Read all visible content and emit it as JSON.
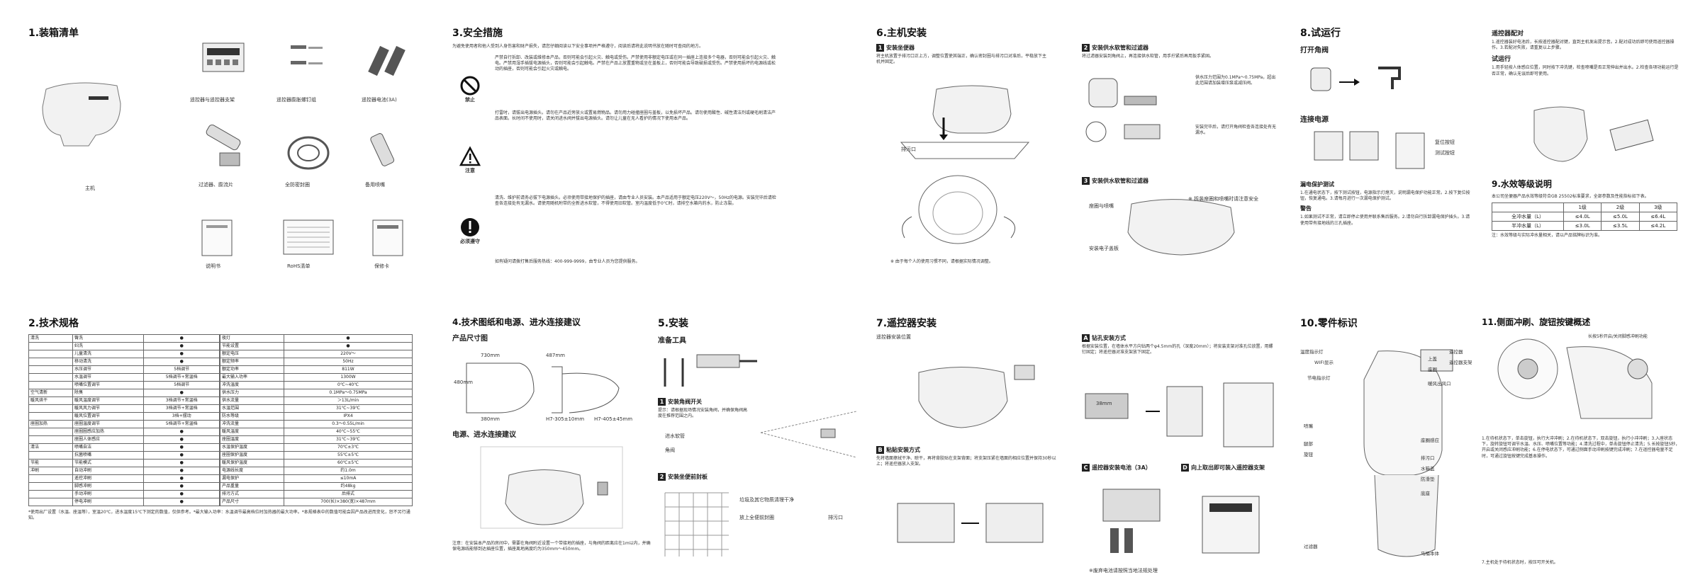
{
  "packing": {
    "title": "1.装箱清单",
    "items": [
      "主机",
      "遥控器与遥控器支架",
      "遥控器膨胀螺钉组",
      "遥控器电池(3A)",
      "过滤器、膨流片",
      "全防密封圈",
      "备用喷嘴",
      "说明书",
      "RoHS清单",
      "保修卡"
    ]
  },
  "safety": {
    "title": "3.安全措施",
    "intro": "为避免使用者和他人受到人身伤害和财产损失，请您仔细阅读以下安全事项并严格遵守，阅读后请将此说明书放在随时可查阅的地方。",
    "labels": {
      "ban": "禁止",
      "note": "注意",
      "must": "必须遵守"
    },
    "ban_text": "严禁自行拆卸、改装或维修本产品，否则可能会引起火灾、触电或受伤。严禁使用非额定电压或在同一插座上连接多个电器，否则可能会引起火灾、触电。严禁用湿手插拔电源插头，否则可能会引起触电。严禁在产品上放置重物或坐在盖板上，否则可能会导致破损或受伤。严禁使用损坏的电源线或松动的插座，否则可能会引起火灾或触电。",
    "note_text": "打雷时，请拔出电源插头。请勿在产品近旁放火或置易燃物品。请勿用力碰撞座圈与盖板，以免损坏产品。请勿使用酸性、碱性清洁剂或硬毛刷清洁产品表面。长时间不使用时，请关闭进水阀并拔出电源插头。请勿让儿童在无人看护的情况下使用本产品。",
    "must_text": "清洗、维护前请务必拔下电源插头。必须使用带接地保护的插座，请由专业人员安装。本产品适用于额定电压220V～，50Hz的电源。安装完毕后请检查各连接处有无漏水。请使用随机附带的全新进水软管，不得使用旧软管。室内温度低于0℃时，请排空水箱内的水，防止冻裂。",
    "hotline": "如有疑问请拨打售后服务热线：400-999-9999，由专业人员为您提供服务。"
  },
  "install": {
    "title": "6.主机安装",
    "s1": "安装坐便器",
    "s1_text": "将主机放置于排污口正上方，调整位置使其端正，确认密封圈与排污口对准后，平稳放下主机并固定。",
    "s1_label": "排污口",
    "s2": "安装供水软管和过滤器",
    "s2_text": "将过滤器安装到角阀上，再连接供水软管，用手拧紧后再用扳手紧固。",
    "s2_note1": "供水压力范围为0.1MPa～0.75MPa，超出此范围请加装增压泵或减压阀。",
    "s2_note2": "安装完毕后，请打开角阀检查各连接处有无漏水。",
    "s3": "安装供水软管和过滤器",
    "s3_labels": [
      "座圈与喷嘴",
      "安装电子盖板"
    ],
    "s3_note": "※ 拆装座圈和喷嘴时请注意安全",
    "bottom_note": "※ 由于每个人的使用习惯不同，请根据实际情况调整。"
  },
  "trial": {
    "title": "8.试运行",
    "open_valve": "打开角阀",
    "connect_power": "连接电源",
    "leak_title": "漏电保护测试",
    "leak_text": "1.在通电状态下，按下测试按钮，电源指示灯熄灭，说明漏电保护功能正常。2.按下复位按钮，恢复通电。3.请每月进行一次漏电保护测试。",
    "leak_labels": [
      "复位按钮",
      "测试按钮"
    ],
    "warn_title": "警告",
    "warn_text": "1.如果测试不正常，请立即停止使用并联系售后服务。2.请勿自行拆卸漏电保护插头。3.请使用带有接地线的三孔插座。",
    "remote_title": "遥控器配对",
    "remote_text": "1.遥控器装好电池后，长按遥控器配对键，直到主机发出提示音。2.配对成功后即可使用遥控器操作。3.若配对失败，请重复以上步骤。",
    "trial_title": "试运行",
    "trial_text": "1.用手轻按人体感应位置，同时按下冲洗键，检查喷嘴是否正常伸出并出水。2.检查各项功能运行是否正常，确认无误后即可使用。",
    "water_title": "9.水效等级说明",
    "water_intro": "本公司坐便器产品水效等级符合GB 25502标准要求，全部参数及性能指标如下表。",
    "water_table": [
      [
        "",
        "1级",
        "2级",
        "3级"
      ],
      [
        "全冲水量（L）",
        "≤4.0L",
        "≤5.0L",
        "≤6.4L"
      ],
      [
        "半冲水量（L）",
        "≤3.0L",
        "≤3.5L",
        "≤4.2L"
      ]
    ],
    "water_note": "注：水效等级与实际冲水量相关，请以产品铭牌标识为准。"
  },
  "specs": {
    "title": "2.技术规格",
    "left": [
      [
        "清洗",
        "臀洗",
        "●"
      ],
      [
        "",
        "妇洗",
        "●"
      ],
      [
        "",
        "儿童清洗",
        "●"
      ],
      [
        "",
        "移动清洗",
        "●"
      ],
      [
        "",
        "水压调节",
        "5档调节"
      ],
      [
        "",
        "水温调节",
        "5档调节+常温档"
      ],
      [
        "",
        "喷嘴位置调节",
        "5档调节"
      ],
      [
        "空气清新",
        "除臭",
        "●"
      ],
      [
        "暖风烘干",
        "暖风温度调节",
        "3档调节+常温档"
      ],
      [
        "",
        "暖风风力调节",
        "3档调节+常温档"
      ],
      [
        "",
        "暖风位置调节",
        "3档+摆动"
      ],
      [
        "座圈加热",
        "座圈温度调节",
        "5档调节+常温档"
      ],
      [
        "",
        "座圈圈感应加热",
        "●"
      ],
      [
        "",
        "座圈人体感应",
        "●"
      ],
      [
        "清洁",
        "喷嘴自洁",
        "●"
      ],
      [
        "",
        "抗菌喷嘴",
        "●"
      ],
      [
        "节能",
        "节能模式",
        "●"
      ],
      [
        "冲刷",
        "自动冲刷",
        "●"
      ],
      [
        "",
        "遥控冲刷",
        "●"
      ],
      [
        "",
        "脚感冲刷",
        "●"
      ],
      [
        "",
        "手动冲刷",
        "●"
      ],
      [
        "",
        "停电冲刷",
        "●"
      ]
    ],
    "right": [
      [
        "夜灯",
        "●"
      ],
      [
        "节能设置",
        "●"
      ],
      [
        "额定电压",
        "220V～"
      ],
      [
        "额定频率",
        "50Hz"
      ],
      [
        "额定功率",
        "811W"
      ],
      [
        "最大输入功率",
        "1300W"
      ],
      [
        "冲洗温度",
        "0℃~40℃"
      ],
      [
        "供水压力",
        "0.1MPa～0.75MPa"
      ],
      [
        "供水流量",
        "＞13L/min"
      ],
      [
        "水温范围",
        "31℃~39℃"
      ],
      [
        "防水等级",
        "IPX4"
      ],
      [
        "冲洗流量",
        "0.3～0.55L/min"
      ],
      [
        "暖风温度",
        "40℃~55℃"
      ],
      [
        "座圈温度",
        "31℃~39℃"
      ],
      [
        "水温保护温度",
        "70℃±3℃"
      ],
      [
        "座圈保护温度",
        "55℃±5℃"
      ],
      [
        "暖风保护温度",
        "60℃±5℃"
      ],
      [
        "电源线长度",
        "约1.0m"
      ],
      [
        "漏电保护",
        "≤10mA"
      ],
      [
        "产品重量",
        "约48kg"
      ],
      [
        "排污方式",
        "后排式"
      ],
      [
        "产品尺寸",
        "700(长)×380(宽)×487mm"
      ]
    ],
    "footnote": "*使用出厂设置（水温、座温等），室温20℃，进水温度15℃下测定的数值，仅供参考。*最大输入功率：水温调节最高档位时加热器的最大功率。*本规格表中的数值可能会因产品改进而变化，恕不另行通知。"
  },
  "drawings": {
    "title": "4.技术图纸和电源、进水连接建议",
    "dims_title": "产品尺寸图",
    "dims": [
      "730mm",
      "480mm",
      "380mm",
      "487mm",
      "H7-305±10mm",
      "H7-405±45mm"
    ],
    "power_title": "电源、进水连接建议",
    "power_note": "注意：在安装本产品的房间中，需要在角阀附近设置一个带接地的插座，与角阀的距离应在1m以内，并确保电源线能够到达插座位置，插座离地高度约为350mm～450mm。"
  },
  "mount": {
    "title": "5.安装",
    "tools_title": "准备工具",
    "s1": "安装角阀开关",
    "s1_text": "提示：请根据现场情况安装角阀，并确保角阀高度在推荐范围之内。",
    "s1_labels": [
      "进水软管",
      "角阀"
    ],
    "s2": "安装坐便前封板",
    "s2_labels": [
      "垃圾及其它物质清理干净",
      "放上全便前封圈",
      "排污口"
    ]
  },
  "remote": {
    "title": "7.遥控器安装",
    "loc_title": "遥控器安装位置",
    "s_a": "钻孔安装方式",
    "s_a_text": "根据安装位置，在墙体水平方向钻两个φ4.5mm的孔（深度20mm）；将安装支架对准孔位放置，用螺钉固定；将遥控器对准支架放下固定。",
    "s_b": "粘贴安装方式",
    "s_b_text": "先将墙面擦拭干净、晾干，再将背胶贴在支架背面；将支架压紧在墙面的相应位置并保持30秒以上；将遥控器放入支架。",
    "s_c": "遥控器安装电池（3A）",
    "s_d": "向上取出即可装入遥控器支架",
    "dim": "38mm",
    "battery_note": "※废弃电池请按照当地法规处理"
  },
  "parts": {
    "title": "10.零件标识",
    "labels": [
      "温度指示灯",
      "WIFI显示",
      "节电指示灯",
      "上盖",
      "座圈",
      "暖风出风口",
      "遥控器",
      "遥控器支架",
      "喷嘴",
      "座圈感应",
      "腿部",
      "旋钮",
      "排污口",
      "水箱盖",
      "防滑垫",
      "底座",
      "过滤器",
      "马桶本体"
    ]
  },
  "side": {
    "title": "11.侧面冲刷、旋钮按键概述",
    "tip": "长按5秒开启/关闭脚感冲刷功能",
    "text": "1.在待机状态下，单击旋钮，执行大冲冲刷；2.在待机状态下，双击旋钮，执行小冲冲刷；3.入座状态下，旋转旋钮可调节水温、水压、喷嘴位置等功能；4.清洗过程中，单击旋钮停止清洗；5.长按旋钮5秒，开启或关闭感应冲刷功能；6.在停电状态下，可通过侧面手动冲刷按键完成冲刷；7.在遥控器电量不足时，可通过旋钮按键完成基本操作。",
    "end": "7.主机处于待机状态时，按压可开关机。"
  }
}
